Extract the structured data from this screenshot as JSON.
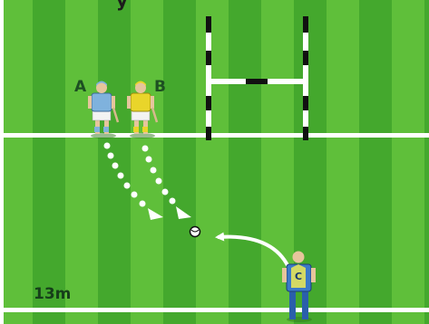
{
  "diagram": {
    "colors": {
      "grass_light": "#5fbf3a",
      "grass_dark": "#44a82d",
      "line_white": "#ffffff",
      "label_green": "#1d4f22",
      "player_a_jersey": "#7fb2dd",
      "player_b_jersey": "#e9d52a",
      "player_c_jersey": "#3b79c9",
      "post_black": "#111111"
    },
    "top_fragment": "y",
    "players": [
      {
        "id": "A",
        "label": "A",
        "jersey": "light-blue",
        "role": "hurler"
      },
      {
        "id": "B",
        "label": "B",
        "jersey": "yellow",
        "role": "hurler"
      },
      {
        "id": "C",
        "label": "C",
        "jersey": "blue",
        "role": "thrower"
      }
    ],
    "distance_marker": "13m",
    "arrows": [
      {
        "from": "A",
        "to": "ball",
        "style": "dotted"
      },
      {
        "from": "B",
        "to": "ball",
        "style": "dotted"
      },
      {
        "from": "C",
        "to": "ball",
        "style": "solid"
      }
    ],
    "icons": [
      "goalposts-icon",
      "sliotar-ball-icon"
    ]
  }
}
